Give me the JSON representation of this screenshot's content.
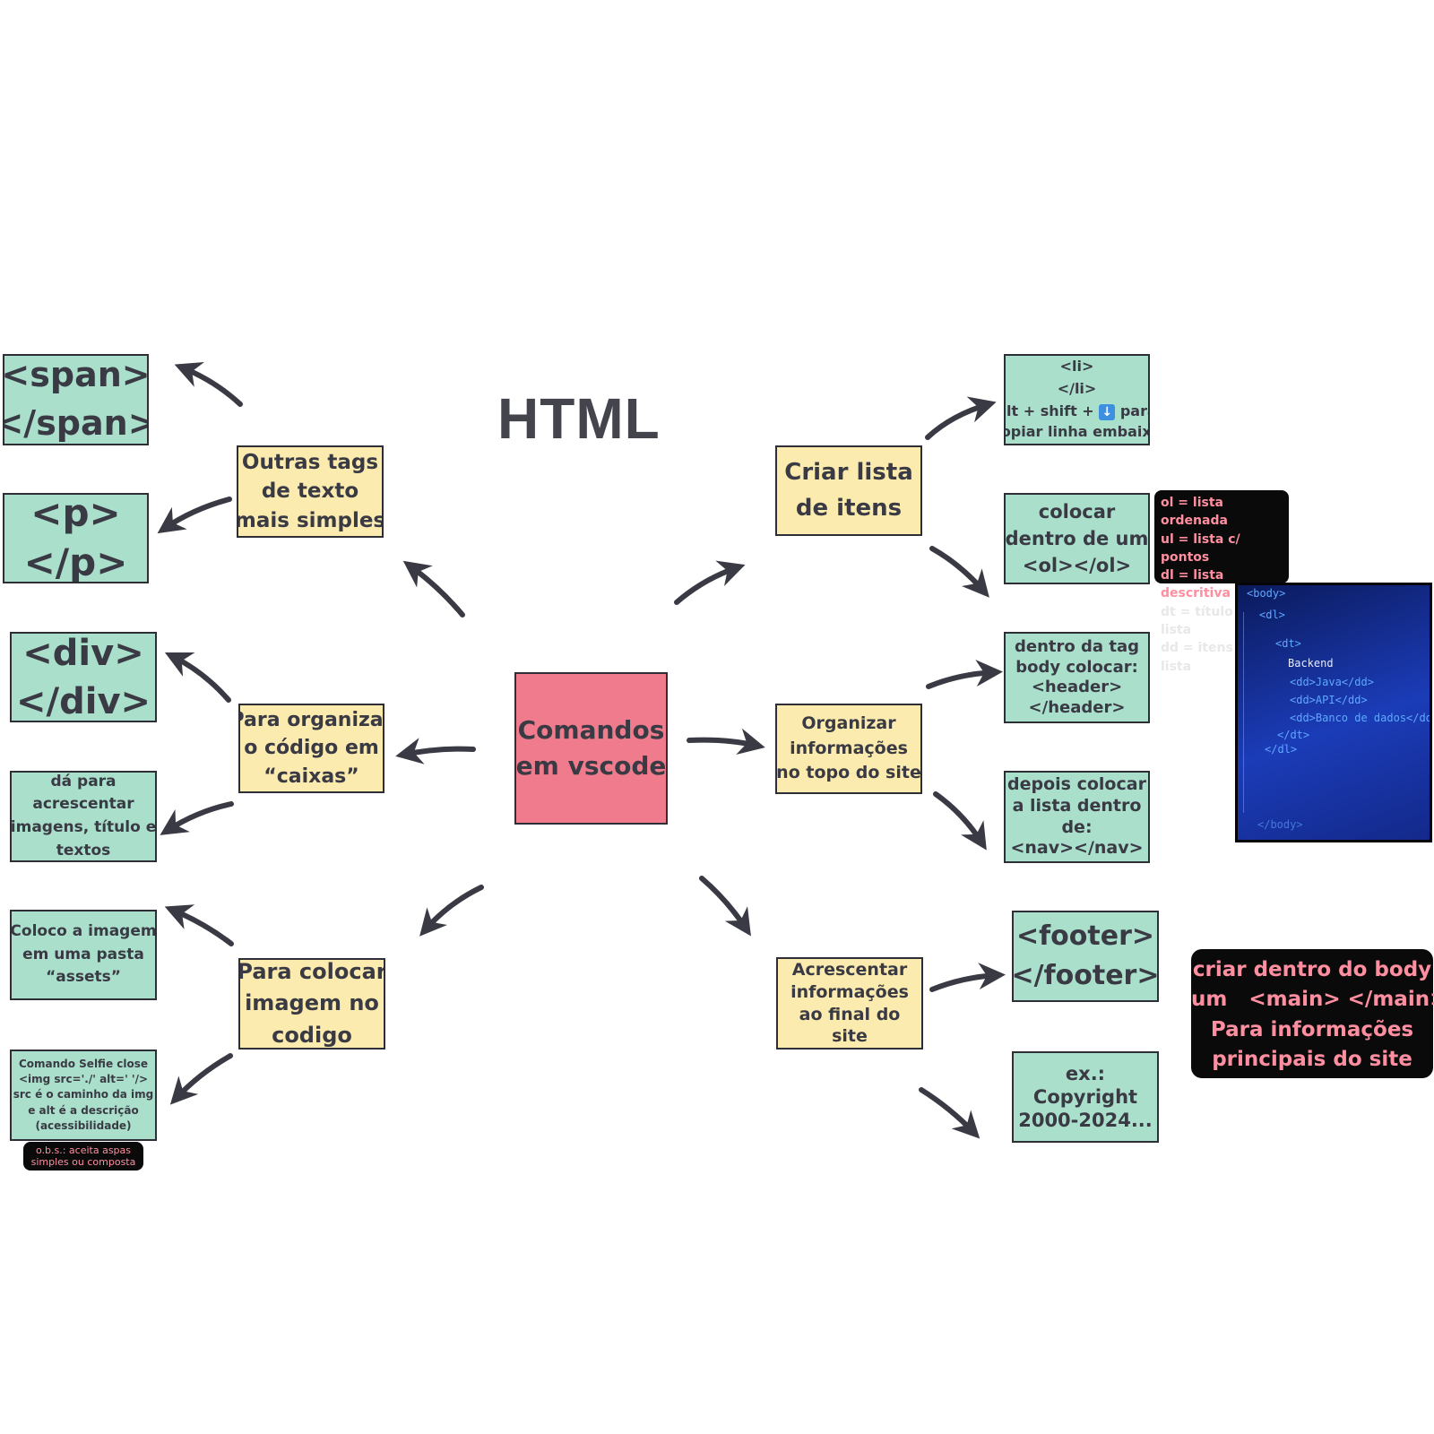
{
  "title": "HTML",
  "center": [
    "Comandos",
    "em vscode"
  ],
  "left": {
    "text_tags": {
      "label": [
        "Outras tags",
        "de texto",
        "mais simples"
      ]
    },
    "span_note": [
      "<span>",
      "</span>"
    ],
    "p_note": [
      "<p>",
      "</p>"
    ],
    "boxes": {
      "label": [
        "Para organizar",
        "o código em",
        "“caixas”"
      ]
    },
    "div_note": [
      "<div>",
      "</div>"
    ],
    "div_info": [
      "dá para",
      "acrescentar",
      "imagens, título e",
      "textos"
    ],
    "image": {
      "label": [
        "Para colocar",
        "imagem no",
        "codigo"
      ]
    },
    "assets_note": [
      "Coloco a imagem",
      "em uma pasta",
      "“assets”"
    ],
    "img_note": [
      "Comando Selfie close",
      "<img src='./' alt=' '/>",
      "src é o caminho da img",
      "e alt é a descrição",
      "(acessibilidade)"
    ],
    "img_obs": [
      "o.b.s.: aceita aspas",
      "simples ou composta"
    ]
  },
  "right": {
    "list": {
      "label": [
        "Criar lista",
        "de itens"
      ]
    },
    "li_note": {
      "line1": "<li>",
      "line2": "</li>",
      "shortcut_before": "alt + shift + ",
      "arrow_icon": "down-arrow-emoji",
      "shortcut_after": " para",
      "line4": "copiar linha embaixo"
    },
    "ol_note": [
      "colocar",
      "dentro de um",
      "<ol></ol>"
    ],
    "list_legend": [
      "ol = lista ordenada",
      "ul = lista c/ pontos",
      "dl = lista descritiva",
      "dt = título da lista",
      "dd = itens da lista"
    ],
    "top": {
      "label": [
        "Organizar",
        "informações",
        "no topo do site"
      ]
    },
    "header_note": [
      "dentro da tag",
      "body colocar:",
      "<header>",
      "</header>"
    ],
    "nav_note": [
      "depois colocar",
      "a lista dentro",
      "de:",
      "<nav></nav>"
    ],
    "bottom": {
      "label": [
        "Acrescentar",
        "informações",
        "ao final do",
        "site"
      ]
    },
    "footer_note": [
      "<footer>",
      "</footer>"
    ],
    "copyright_note": [
      "ex.:",
      "Copyright",
      "2000-2024..."
    ],
    "main_note": [
      "criar dentro do body",
      "um   <main> </main>",
      "Para informações",
      "principais do site"
    ]
  },
  "code_photo": {
    "lines": [
      "<body>",
      "<dl>",
      "<dt>",
      "Backend",
      "<dd>Java</dd>",
      "<dd>API</dd>",
      "<dd>Banco de dados</dd>",
      "</dt>",
      "</dl>",
      "</body>"
    ]
  },
  "colors": {
    "note_green": "#a9dfcb",
    "note_yellow": "#fcebae",
    "note_pink": "#ef7b8c",
    "arrow": "#3a3a44",
    "legend_pink": "#ff8fa0"
  }
}
